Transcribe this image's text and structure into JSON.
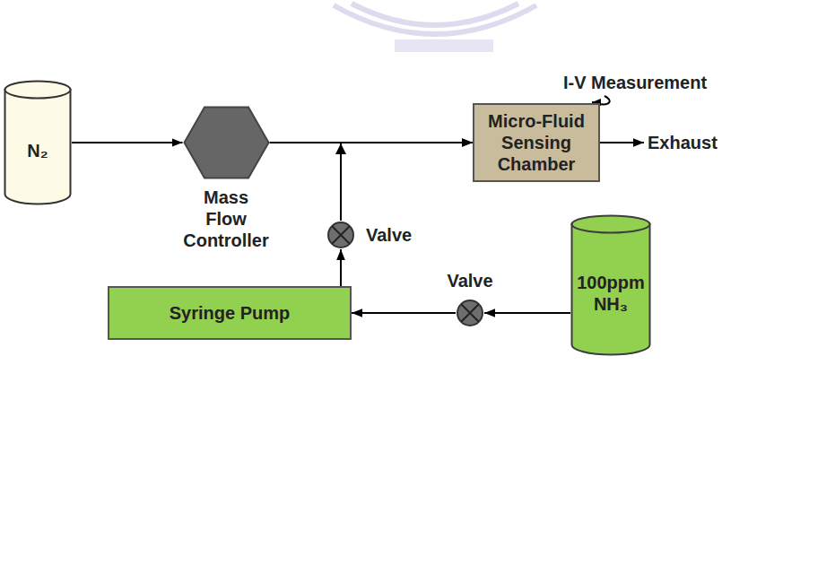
{
  "diagram": {
    "nodes": [
      {
        "text": [
          "N₂"
        ]
      },
      {
        "text": [
          "Mass Flow Controller"
        ]
      },
      {
        "text": [
          "Micro-Fluid Sensing Chamber"
        ]
      },
      {
        "text": [
          "Valve"
        ]
      },
      {
        "text": [
          "Valve"
        ]
      },
      {
        "text": [
          "Syringe Pump"
        ]
      },
      {
        "text": [
          "100ppm NH₃"
        ]
      }
    ],
    "edges": [
      {
        "from": 0,
        "to": 1,
        "arrow": "to"
      },
      {
        "from": 1,
        "to": 2,
        "arrow": "to"
      },
      {
        "from": 3,
        "to": 2,
        "arrow": "to"
      },
      {
        "from": 5,
        "to": 3,
        "arrow": "to"
      },
      {
        "from": 6,
        "to": 4,
        "arrow": "to"
      },
      {
        "from": 4,
        "to": 5,
        "arrow": "to"
      }
    ],
    "labels": [
      "I-V Measurement",
      "Exhaust"
    ]
  }
}
